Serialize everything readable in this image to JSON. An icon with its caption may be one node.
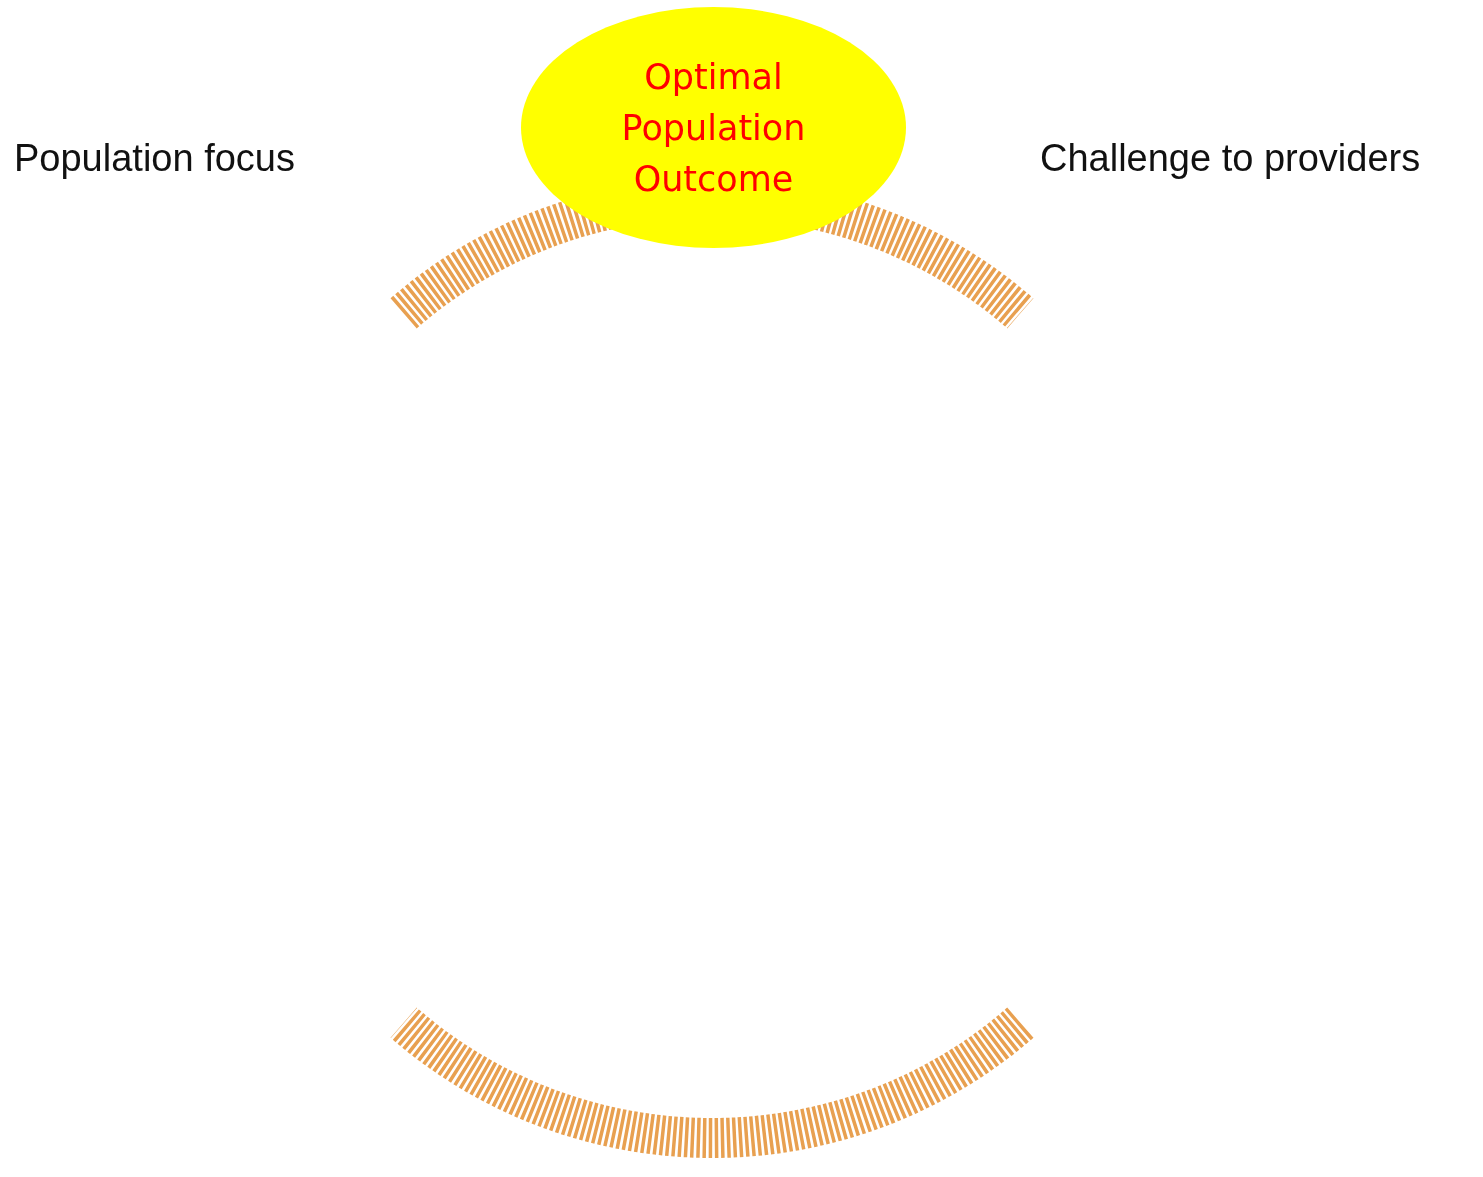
{
  "diagram": {
    "nodes": [
      {
        "text": [
          "Optimal Population Outcome"
        ]
      }
    ],
    "labels": [
      "Population focus",
      "Challenge to providers"
    ]
  }
}
